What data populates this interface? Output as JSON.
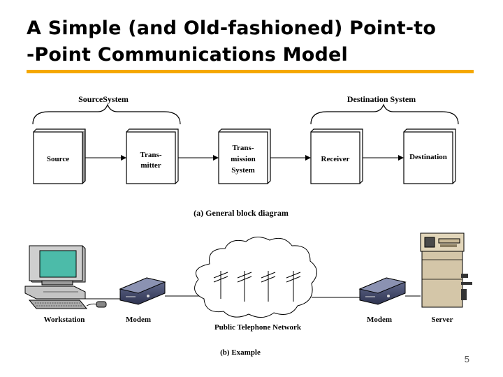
{
  "slide": {
    "title_line1": "A Simple (and Old-fashioned) Point-to",
    "title_line2": "-Point Communications Model",
    "page_number": "5",
    "accent_color": "#f5a800"
  },
  "block_diagram": {
    "group_left": "SourceSystem",
    "group_right": "Destination System",
    "blocks": [
      {
        "lines": [
          "Source"
        ]
      },
      {
        "lines": [
          "Trans-",
          "mitter"
        ]
      },
      {
        "lines": [
          "Trans-",
          "mission",
          "System"
        ]
      },
      {
        "lines": [
          "Receiver"
        ]
      },
      {
        "lines": [
          "Destination"
        ]
      }
    ],
    "caption": "(a) General block diagram"
  },
  "example": {
    "labels": {
      "workstation": "Workstation",
      "modem_left": "Modem",
      "network": "Public Telephone Network",
      "modem_right": "Modem",
      "server": "Server"
    },
    "caption": "(b) Example",
    "icons": [
      "workstation-icon",
      "modem-icon",
      "cloud-icon",
      "telephone-pole-icon",
      "modem-icon",
      "server-icon"
    ]
  }
}
